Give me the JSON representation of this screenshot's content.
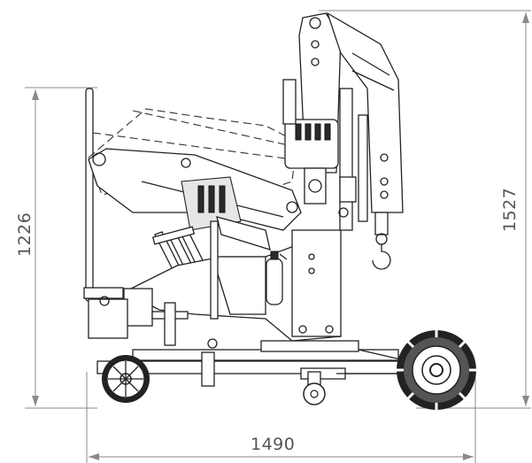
{
  "dimensions": {
    "overall_length": "1490",
    "reach_height": "1527",
    "mast_height": "1226"
  }
}
